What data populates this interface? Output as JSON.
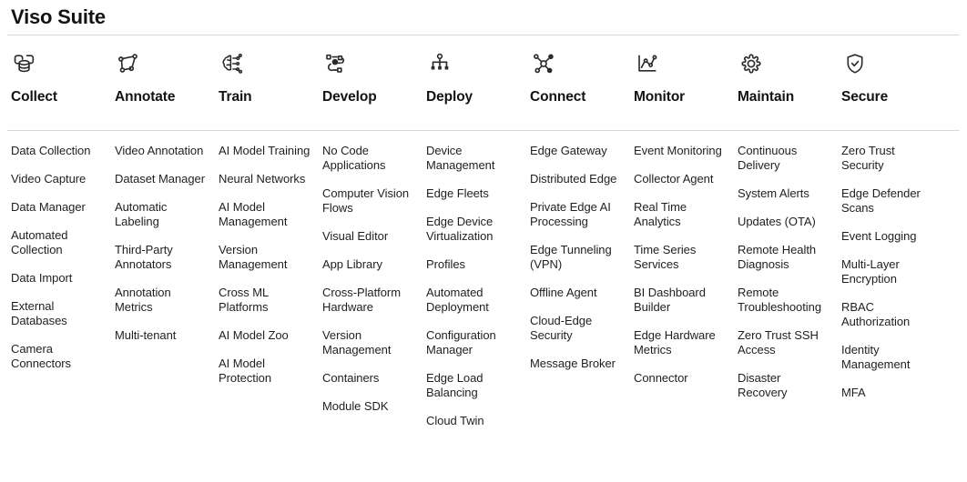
{
  "header": {
    "title": "Viso Suite"
  },
  "categories": [
    {
      "id": "collect",
      "label": "Collect",
      "icon": "database-collect-icon",
      "items": [
        "Data Collection",
        "Video Capture",
        "Data Manager",
        "Automated Collection",
        "Data Import",
        "External Databases",
        "Camera Connectors"
      ]
    },
    {
      "id": "annotate",
      "label": "Annotate",
      "icon": "polygon-annotate-icon",
      "items": [
        "Video Annotation",
        "Dataset Manager",
        "Automatic Labeling",
        "Third-Party Annotators",
        "Annotation Metrics",
        "Multi-tenant"
      ]
    },
    {
      "id": "train",
      "label": "Train",
      "icon": "brain-network-icon",
      "items": [
        "AI Model Training",
        "Neural Networks",
        "AI Model Management",
        "Version Management",
        "Cross ML Platforms",
        "AI Model Zoo",
        "AI Model Protection"
      ]
    },
    {
      "id": "develop",
      "label": "Develop",
      "icon": "flow-nodes-icon",
      "items": [
        "No Code Applications",
        "Computer Vision Flows",
        "Visual Editor",
        "App Library",
        "Cross-Platform Hardware",
        "Version Management",
        "Containers",
        "Module SDK"
      ]
    },
    {
      "id": "deploy",
      "label": "Deploy",
      "icon": "hierarchy-tree-icon",
      "items": [
        "Device Management",
        "Edge Fleets",
        "Edge Device Virtualization",
        "Profiles",
        "Automated Deployment",
        "Configuration Manager",
        "Edge Load Balancing",
        "Cloud Twin"
      ]
    },
    {
      "id": "connect",
      "label": "Connect",
      "icon": "network-hub-icon",
      "items": [
        "Edge Gateway",
        "Distributed Edge",
        "Private Edge AI Processing",
        "Edge Tunneling (VPN)",
        "Offline Agent",
        "Cloud-Edge Security",
        "Message Broker"
      ]
    },
    {
      "id": "monitor",
      "label": "Monitor",
      "icon": "line-chart-icon",
      "items": [
        "Event Monitoring",
        "Collector Agent",
        "Real Time Analytics",
        "Time Series Services",
        "BI Dashboard Builder",
        "Edge Hardware Metrics",
        "Connector"
      ]
    },
    {
      "id": "maintain",
      "label": "Maintain",
      "icon": "gear-icon",
      "items": [
        "Continuous Delivery",
        "System Alerts",
        "Updates (OTA)",
        "Remote Health Diagnosis",
        "Remote Troubleshooting",
        "Zero Trust SSH Access",
        "Disaster Recovery"
      ]
    },
    {
      "id": "secure",
      "label": "Secure",
      "icon": "shield-check-icon",
      "items": [
        "Zero Trust Security",
        "Edge Defender Scans",
        "Event Logging",
        "Multi-Layer Encryption",
        "RBAC Authorization",
        "Identity Management",
        "MFA"
      ]
    }
  ],
  "colors": {
    "text": "#1a1a1a",
    "rule": "#d7dadd",
    "background": "#ffffff"
  }
}
